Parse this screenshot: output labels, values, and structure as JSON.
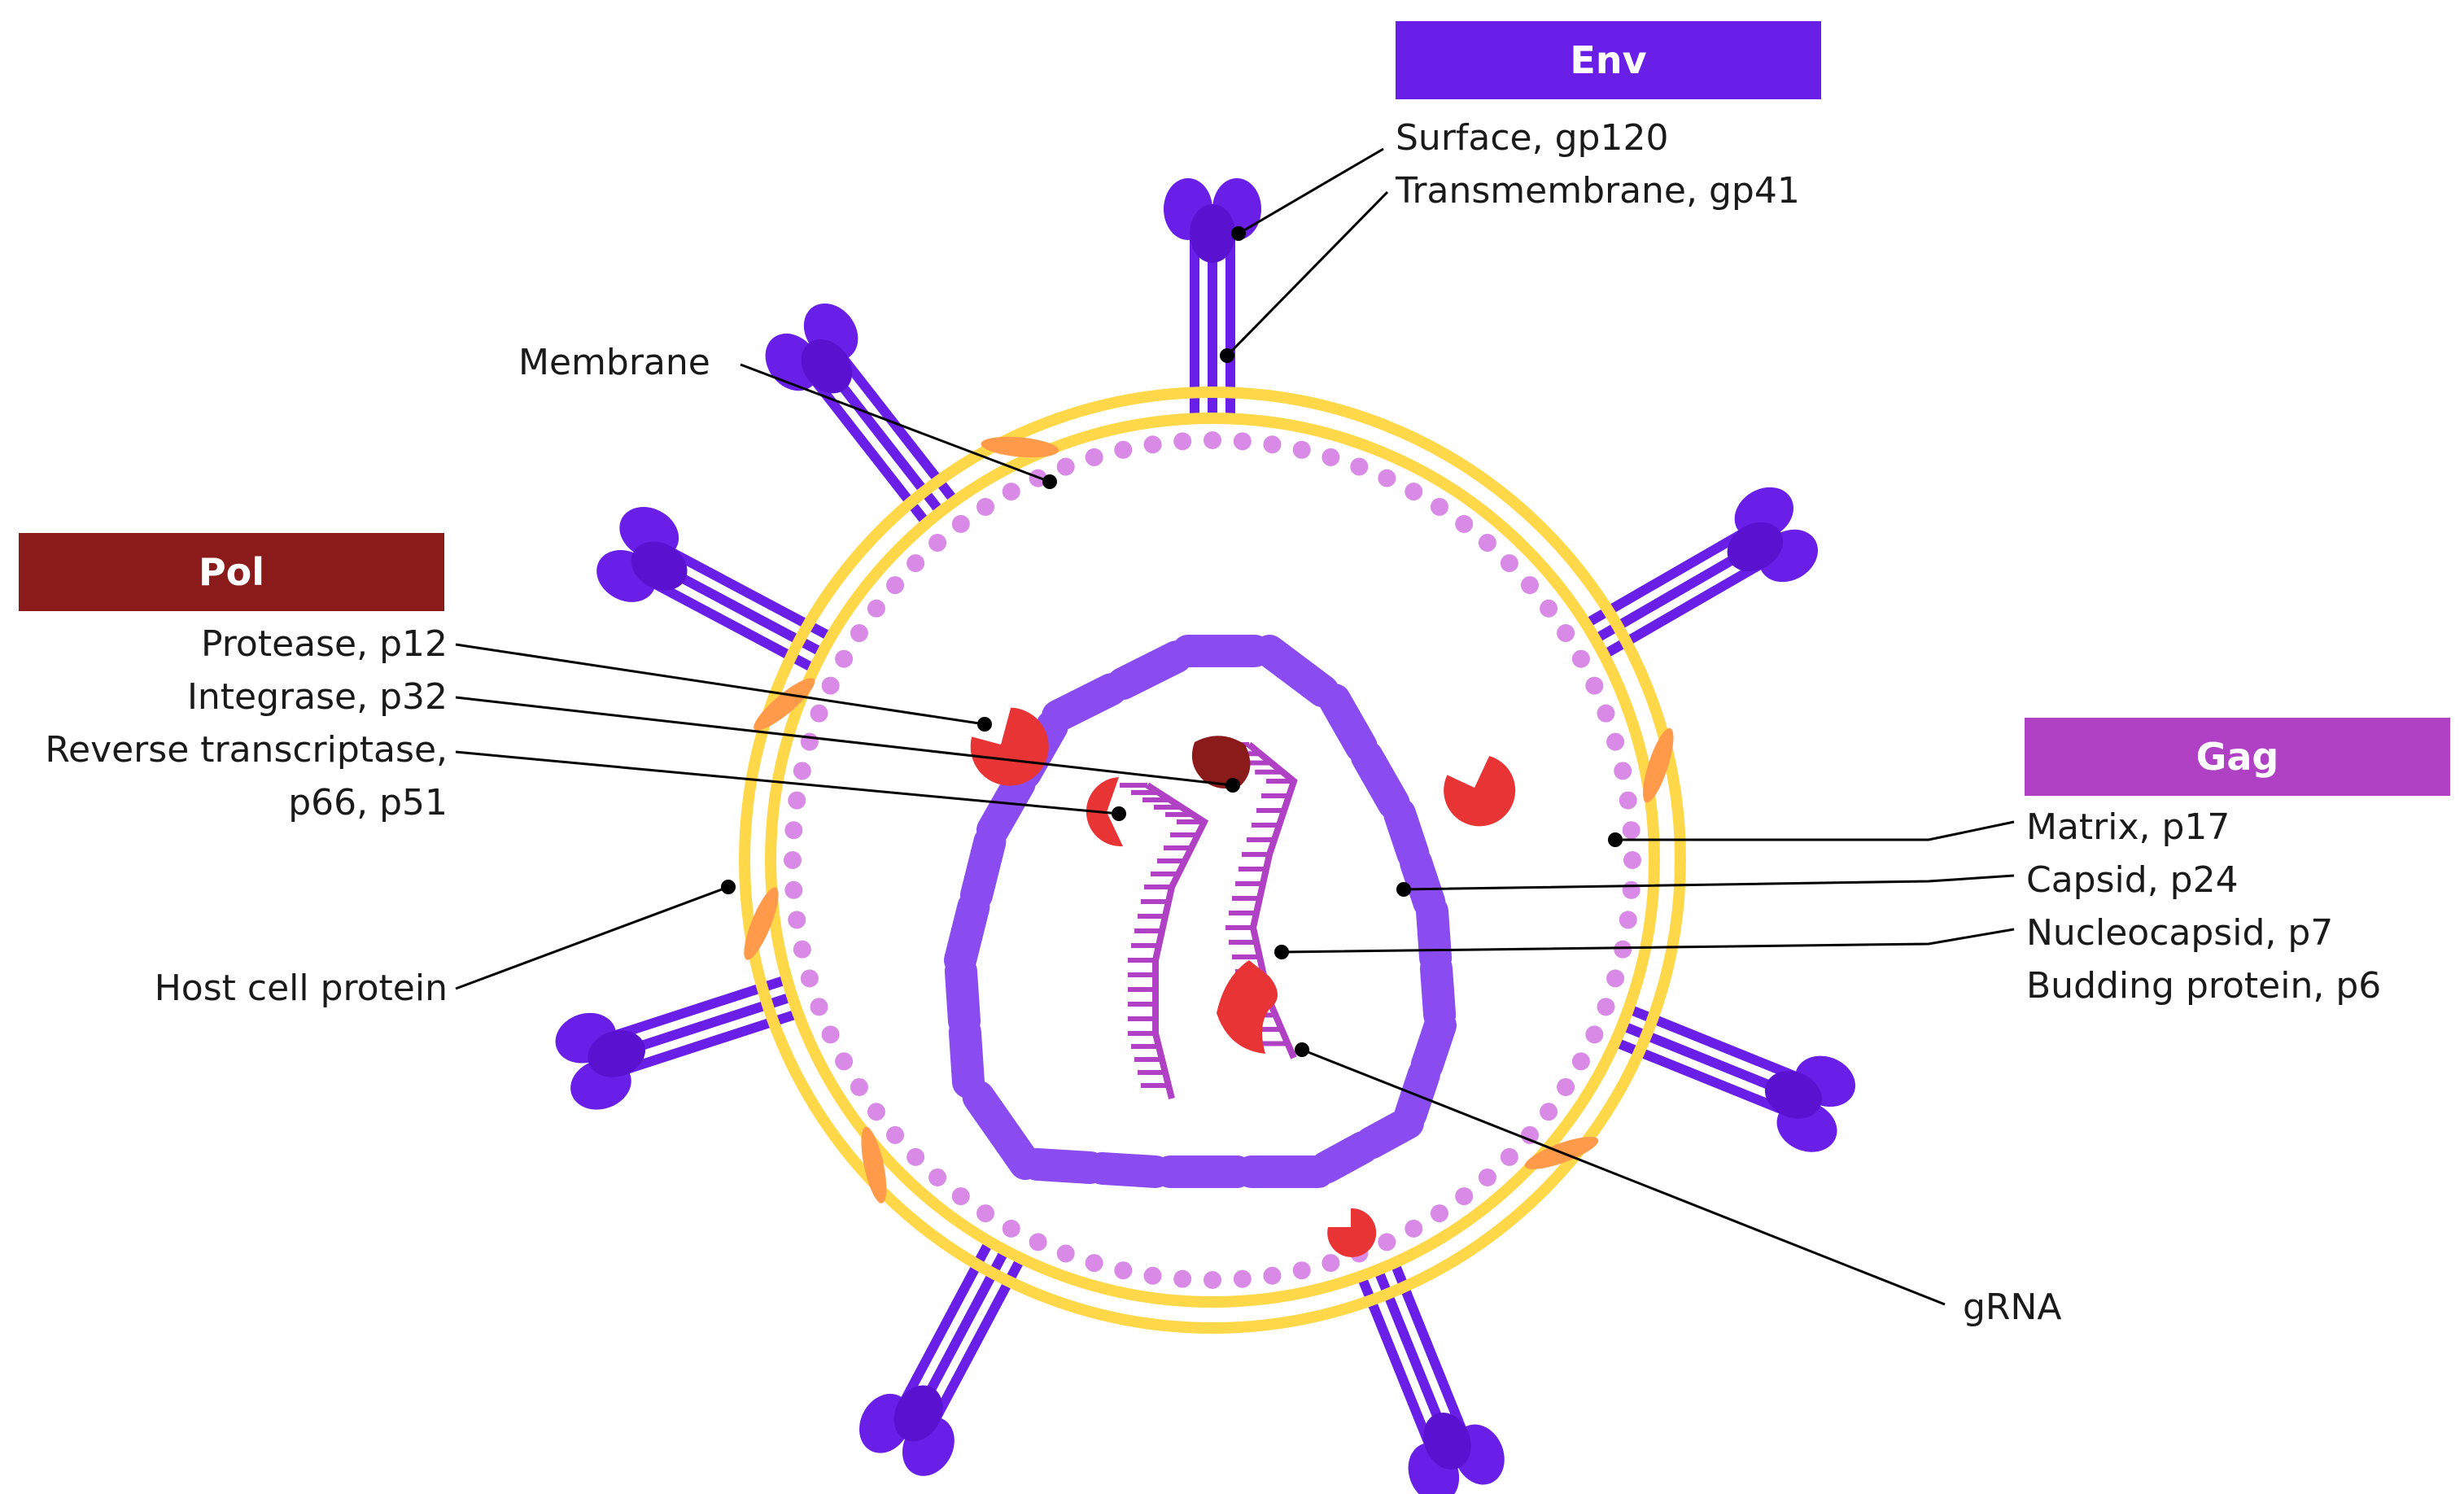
{
  "groups": {
    "env": {
      "title": "Env",
      "color": "#6a1fe8"
    },
    "pol": {
      "title": "Pol",
      "color": "#8b1a1a"
    },
    "gag": {
      "title": "Gag",
      "color": "#b040c4"
    }
  },
  "labels": {
    "surface": "Surface, gp120",
    "transmembrane": "Transmembrane, gp41",
    "membrane": "Membrane",
    "protease": "Protease, p12",
    "integrase": "Integrase, p32",
    "rt_line1": "Reverse transcriptase,",
    "rt_line2": "p66, p51",
    "host_cell_protein": "Host cell protein",
    "matrix": "Matrix, p17",
    "capsid": "Capsid, p24",
    "nucleocapsid": "Nucleocapsid, p7",
    "budding": "Budding protein, p6",
    "grna": "gRNA"
  },
  "colors": {
    "membrane": "#ffd84a",
    "matrix": "#d88ae6",
    "capsid": "#8a4cf0",
    "spike": "#6a1fe8",
    "host_protein": "#ff9a4a",
    "enzyme": "#e83434",
    "integrase": "#8b1a1a",
    "rna": "#b040c4"
  }
}
